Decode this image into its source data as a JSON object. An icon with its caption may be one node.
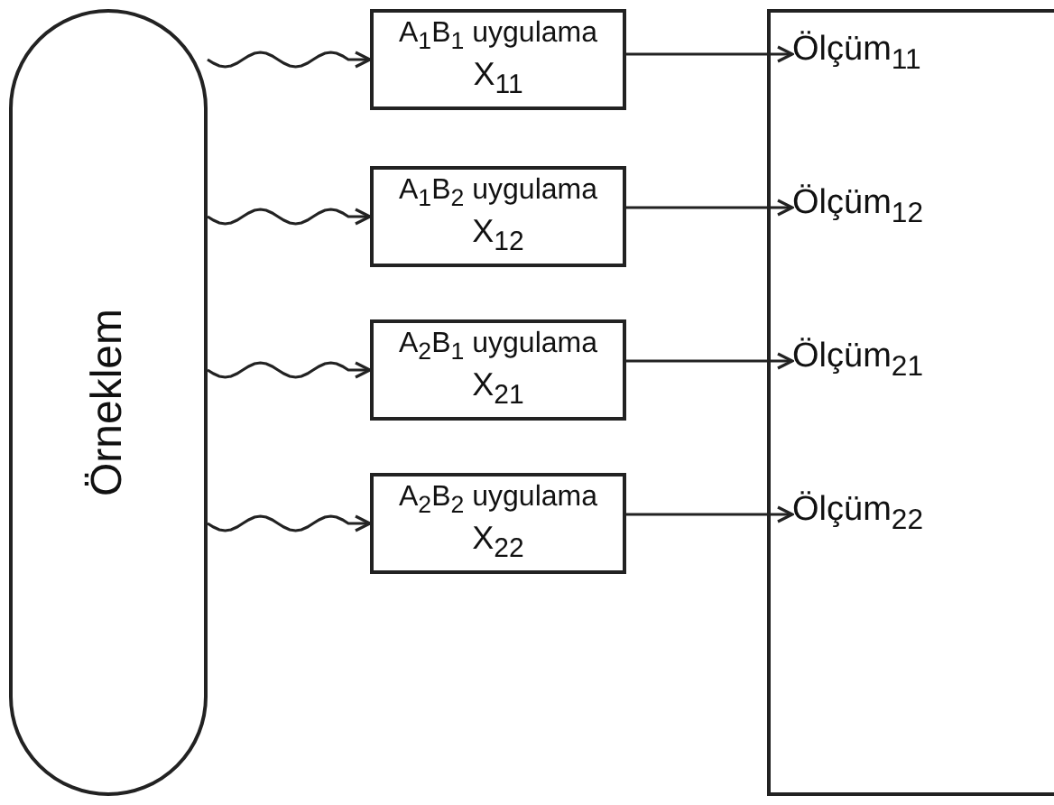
{
  "diagram": {
    "nodes": [
      {
        "text": [
          "Örneklem"
        ]
      },
      {
        "text": [
          "A$_{1}$B$_{1}$ uygulama",
          "X$_{11}$"
        ]
      },
      {
        "text": [
          "A$_{1}$B$_{2}$ uygulama",
          "X$_{12}$"
        ]
      },
      {
        "text": [
          "A$_{2}$B$_{1}$ uygulama",
          "X$_{21}$"
        ]
      },
      {
        "text": [
          "A$_{2}$B$_{2}$ uygulama",
          "X$_{22}$"
        ]
      },
      {
        "text": [],
        "shape": "box"
      },
      {
        "text": [
          "Ölçüm$_{11}$"
        ],
        "in": 5
      },
      {
        "text": [
          "Ölçüm$_{12}$"
        ],
        "in": 5
      },
      {
        "text": [
          "Ölçüm$_{21}$"
        ],
        "in": 5
      },
      {
        "text": [
          "Ölçüm$_{22}$"
        ],
        "in": 5
      }
    ],
    "edges": [
      {
        "from": 0,
        "to": 1,
        "arrow": "to"
      },
      {
        "from": 0,
        "to": 2,
        "arrow": "to"
      },
      {
        "from": 0,
        "to": 3,
        "arrow": "to"
      },
      {
        "from": 0,
        "to": 4,
        "arrow": "to"
      },
      {
        "from": 1,
        "to": 6,
        "arrow": "to"
      },
      {
        "from": 2,
        "to": 7,
        "arrow": "to"
      },
      {
        "from": 3,
        "to": 8,
        "arrow": "to"
      },
      {
        "from": 4,
        "to": 9,
        "arrow": "to"
      }
    ]
  }
}
